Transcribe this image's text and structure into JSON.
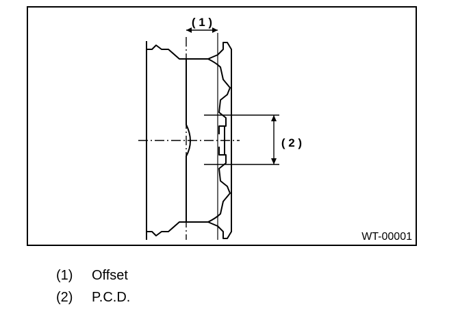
{
  "figure": {
    "callout_offset": "( 1 )",
    "callout_pcd": "( 2 )",
    "figure_code": "WT-00001"
  },
  "legend": [
    {
      "num": "(1)",
      "label": "Offset"
    },
    {
      "num": "(2)",
      "label": "P.C.D."
    }
  ]
}
